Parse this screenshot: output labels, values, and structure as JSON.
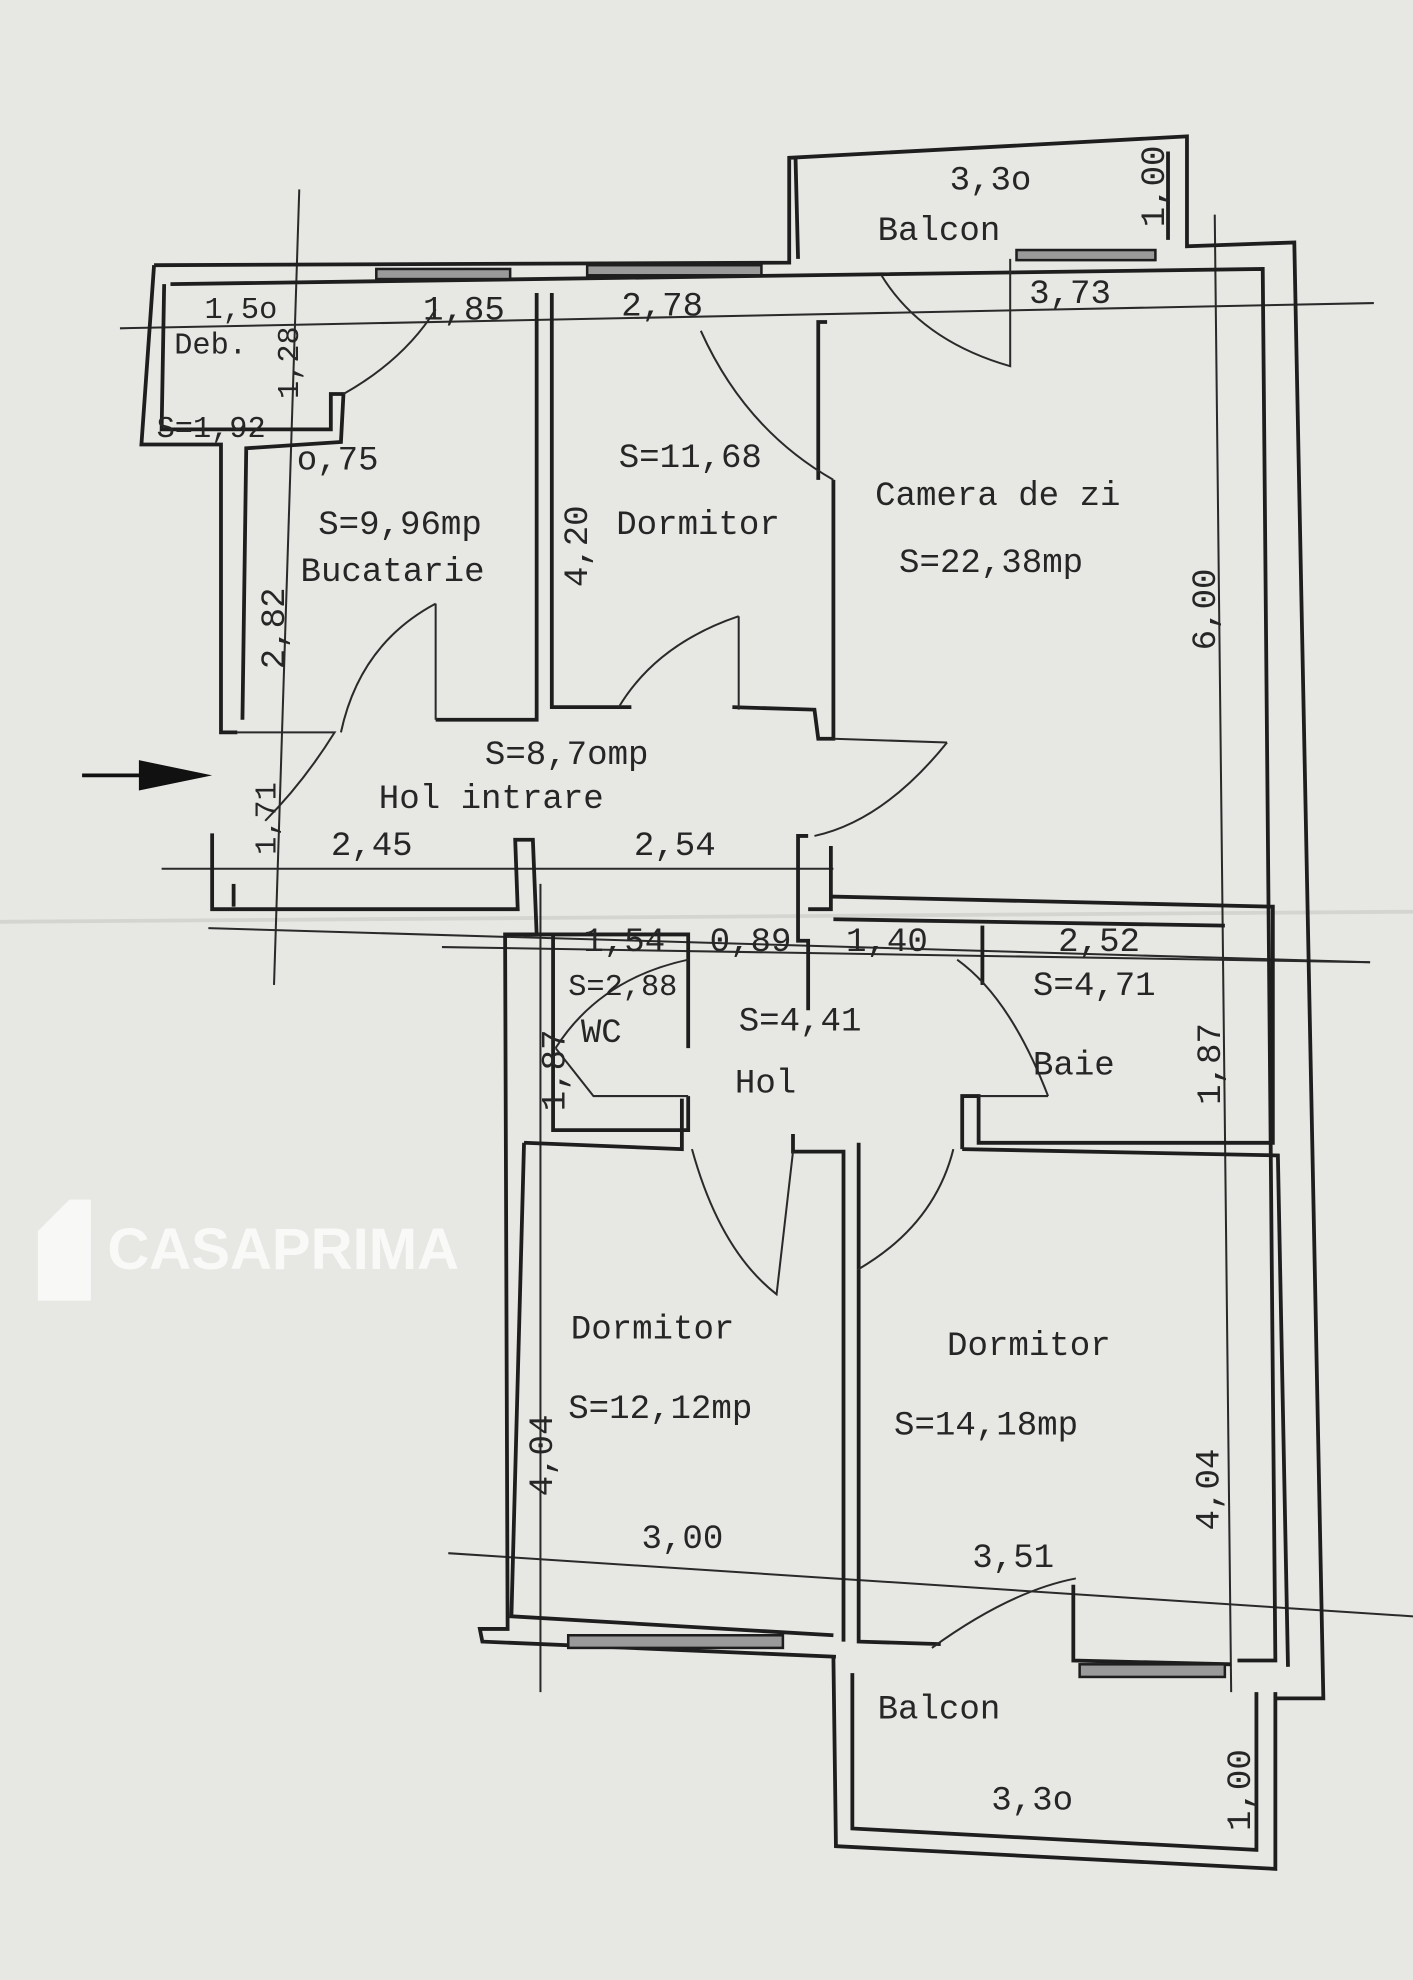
{
  "watermark": "CASAPRIMA",
  "rooms": {
    "balcon_top": {
      "name": "Balcon",
      "width": "3,3o",
      "depth": "1,00"
    },
    "debara": {
      "name": "Deb.",
      "area": "S=1,92",
      "dim_h": "1,28",
      "width": "1,5o"
    },
    "bucatarie": {
      "name": "Bucatarie",
      "area": "S=9,96mp",
      "width": "1,85",
      "dim_small": "o,75",
      "height": "2,82"
    },
    "dormitor1": {
      "name": "Dormitor",
      "area": "S=11,68",
      "width": "2,78",
      "height": "4,20"
    },
    "camera_de_zi": {
      "name": "Camera de zi",
      "area": "S=22,38mp",
      "width": "3,73",
      "height": "6,00"
    },
    "hol_intrare": {
      "name": "Hol intrare",
      "area": "S=8,7omp",
      "width_left": "2,45",
      "width_right": "2,54",
      "height": "1,71"
    },
    "wc": {
      "name": "WC",
      "area": "S=2,88",
      "width": "1,54",
      "height": "1,87"
    },
    "hol": {
      "name": "Hol",
      "area": "S=4,41",
      "width_a": "0,89",
      "width_b": "1,40"
    },
    "baie": {
      "name": "Baie",
      "area": "S=4,71",
      "width": "2,52",
      "height": "1,87"
    },
    "dormitor2": {
      "name": "Dormitor",
      "area": "S=12,12mp",
      "width": "3,00",
      "height": "4,04"
    },
    "dormitor3": {
      "name": "Dormitor",
      "area": "S=14,18mp",
      "width": "3,51",
      "height": "4,04"
    },
    "balcon_bottom": {
      "name": "Balcon",
      "width": "3,3o",
      "depth": "1,00"
    }
  }
}
